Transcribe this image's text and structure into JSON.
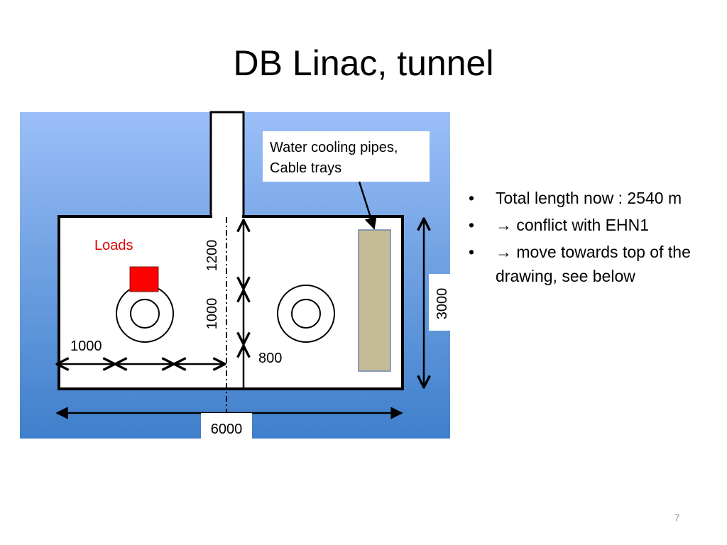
{
  "slide": {
    "title": "DB Linac, tunnel",
    "page_number": "7"
  },
  "diagram": {
    "callout": {
      "line1": "Water cooling pipes,",
      "line2": "Cable trays"
    },
    "loads_label": "Loads",
    "dim_1200": "1200",
    "dim_1000_vertical": "1000",
    "dim_1000_horizontal": "1000",
    "dim_800": "800",
    "dim_3000": "3000",
    "dim_6000": "6000",
    "colors": {
      "background_top": "#9bbff8",
      "background_bottom": "#3f7fcb",
      "loads": "#ff0000",
      "cable_tray": "#c4bc96"
    }
  },
  "bullets": [
    {
      "bullet": "•",
      "text": "Total length now : 2540 m"
    },
    {
      "bullet": "•",
      "text": "→ conflict with EHN1"
    },
    {
      "bullet": "•",
      "text": "→ move towards top of the drawing, see below"
    }
  ]
}
